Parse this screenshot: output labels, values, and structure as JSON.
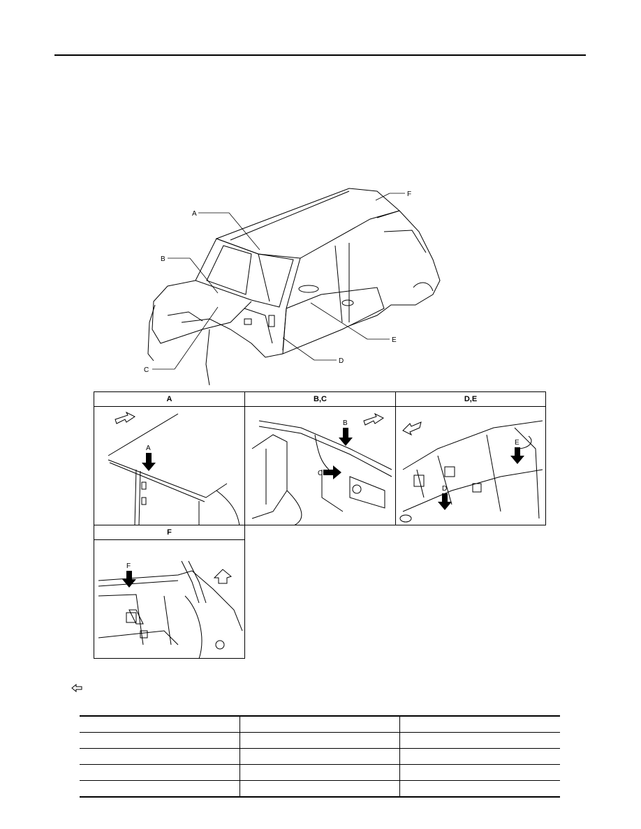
{
  "illustration": {
    "callouts": [
      "A",
      "B",
      "C",
      "D",
      "E",
      "F"
    ]
  },
  "detail_panels": [
    {
      "title": "A",
      "arrow_label": "A"
    },
    {
      "title": "B,C",
      "arrow_labels": [
        "B",
        "C"
      ]
    },
    {
      "title": "D,E",
      "arrow_labels": [
        "D",
        "E"
      ]
    },
    {
      "title": "F",
      "arrow_label": "F"
    }
  ],
  "legend": {
    "icon": "front-arrow-icon"
  },
  "table": {
    "rows": [
      [
        "",
        "",
        ""
      ],
      [
        "",
        "",
        ""
      ],
      [
        "",
        "",
        ""
      ],
      [
        "",
        "",
        ""
      ],
      [
        "",
        "",
        ""
      ]
    ]
  }
}
